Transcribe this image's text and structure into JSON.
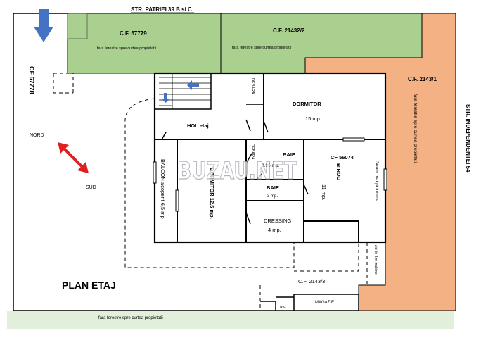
{
  "colors": {
    "green": "#a9d08e",
    "salmon": "#f4b183",
    "ground": "#e2efda",
    "wall": "#000000",
    "arrow_blue": "#4472c4",
    "arrow_red": "#e02020"
  },
  "labels": {
    "street_top": "STR. PATRIEI 39 B si C",
    "street_right": "STR. INDEPENDENTEI 54",
    "plan_title": "PLAN ETAJ",
    "cf_67778": "CF 67778",
    "cf_67779": "C.F. 67779",
    "cf_67779_note": "fara ferestre spre curtea propietatii",
    "cf_21432": "C.F. 21432/2",
    "cf_21432_note": "fara ferestre spre curtea propietatii",
    "cf_2143_1": "C.F. 2143/1",
    "cf_2143_1_note": "fara ferestre spre curtea propietatii",
    "cf_2143_3": "C.F. 2143/3",
    "cf_56074": "CF 56074",
    "bottom_note": "fara ferestre spre curtea propietatii",
    "nord": "NORD",
    "sud": "SUD",
    "debara_1": "DEBARA",
    "debara_2": "DEBARA",
    "dormitor_1": "DORMITOR",
    "dormitor_1_area": "15 mp.",
    "hol": "HOL etaj",
    "baie_1": "BAIE",
    "baie_1_area": "3.95 mp.",
    "baie_2": "BAIE",
    "baie_2_area": "3 mp.",
    "birou": "BIROU",
    "birou_area": "11 mp.",
    "geam": "Geam mat pt lumina",
    "balcon": "BALCON acoperit 6,5 mp",
    "dormitor_2": "DORMITOR 12,5 mp.",
    "dressing": "DRESSING",
    "dressing_area": "4 mp.",
    "zid": "zid de 3 m inaltime",
    "wc": "w c",
    "magazie": "MAGAZIE",
    "watermark": "BUZAU.NET"
  }
}
